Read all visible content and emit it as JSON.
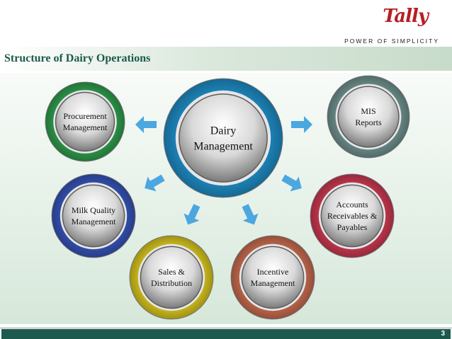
{
  "header": {
    "logo_text": "Tally",
    "tagline": "POWER OF SIMPLICITY"
  },
  "slide": {
    "title": "Structure of Dairy Operations",
    "page_number": "3"
  },
  "diagram": {
    "center": {
      "lines": [
        "Dairy",
        "Management"
      ],
      "color": "#1e8bc3"
    },
    "nodes": [
      {
        "id": "procurement",
        "lines": [
          "Procurement",
          "Management"
        ],
        "color": "#2e9a4b"
      },
      {
        "id": "mis",
        "lines": [
          "MIS",
          "Reports"
        ],
        "color": "#6d8f8c"
      },
      {
        "id": "milk-quality",
        "lines": [
          "Milk Quality",
          "Management"
        ],
        "color": "#3552b5"
      },
      {
        "id": "accounts",
        "lines": [
          "Accounts",
          "Receivables &",
          "Payables"
        ],
        "color": "#c8384f"
      },
      {
        "id": "sales",
        "lines": [
          "Sales &",
          "Distribution"
        ],
        "color": "#d4c21e"
      },
      {
        "id": "incentive",
        "lines": [
          "Incentive",
          "Management"
        ],
        "color": "#c46a4e"
      }
    ],
    "arrow_color": "#4aa7e0"
  }
}
